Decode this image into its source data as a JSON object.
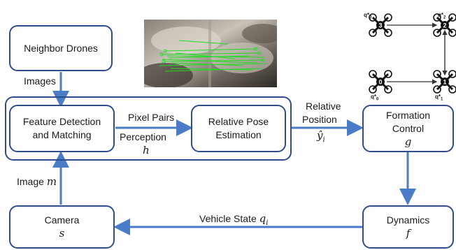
{
  "nodes": {
    "neighbor_drones": "Neighbor Drones",
    "feature_detection_line1": "Feature Detection",
    "feature_detection_line2": "and Matching",
    "relative_pose_line1": "Relative Pose",
    "relative_pose_line2": "Estimation",
    "formation_control": "Formation",
    "formation_control_line2": "Control",
    "formation_symbol": "g",
    "camera": "Camera",
    "camera_symbol": "s",
    "dynamics": "Dynamics",
    "dynamics_symbol": "f"
  },
  "edges": {
    "images": "Images",
    "pixel_pairs": "Pixel Pairs",
    "perception": "Perception",
    "perception_symbol": "h",
    "relative_position_line1": "Relative",
    "relative_position_line2": "Position",
    "relative_position_symbol": "ŷ",
    "relative_position_sub": "i",
    "image_label": "Image",
    "image_symbol": "m",
    "vehicle_state": "Vehicle State",
    "vehicle_state_symbol": "q",
    "vehicle_state_sub": "i"
  },
  "formation_graph": {
    "nodes": [
      {
        "id": "0",
        "label": "q*",
        "sub": "0"
      },
      {
        "id": "1",
        "label": "q*",
        "sub": "1"
      },
      {
        "id": "2",
        "label": "q*",
        "sub": "2"
      },
      {
        "id": "3",
        "label": "q*",
        "sub": "3"
      }
    ]
  },
  "colors": {
    "box_border": "#2e4d8a",
    "arrow": "#4a7cc7",
    "match_lines": "#22dd22"
  }
}
